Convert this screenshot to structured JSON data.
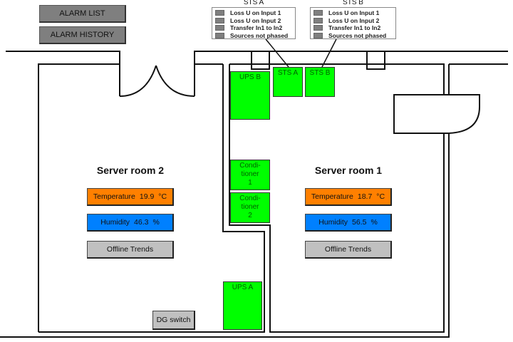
{
  "toolbar": {
    "alarm_list": "ALARM LIST",
    "alarm_history": "ALARM HISTORY"
  },
  "sts_a_panel": {
    "title": "STS A",
    "items": [
      "Loss U on Input 1",
      "Loss U on Input 2",
      "Transfer In1 to In2",
      "Sources not phased"
    ]
  },
  "sts_b_panel": {
    "title": "STS B",
    "items": [
      "Loss U on Input 1",
      "Loss U on Input 2",
      "Transfer In1 to In2",
      "Sources not phased"
    ]
  },
  "equipment": {
    "ups_b": "UPS B",
    "sts_a": "STS A",
    "sts_b": "STS B",
    "cond1": [
      "Condi-",
      "tioner",
      "1"
    ],
    "cond2": [
      "Condi-",
      "tioner",
      "2"
    ],
    "ups_a": "UPS A",
    "dg_switch": "DG switch"
  },
  "room2": {
    "title": "Server room 2",
    "temp_label": "Temperature",
    "temp_value": "19.9",
    "temp_unit": "°C",
    "hum_label": "Humidity",
    "hum_value": "46.3",
    "hum_unit": "%",
    "trends": "Offline Trends"
  },
  "room1": {
    "title": "Server room 1",
    "temp_label": "Temperature",
    "temp_value": "18.7",
    "temp_unit": "°C",
    "hum_label": "Humidity",
    "hum_value": "56.5",
    "hum_unit": "%",
    "trends": "Offline Trends"
  },
  "colors": {
    "ok": "#00ff00",
    "temperature": "#ff8000",
    "humidity": "#0080ff",
    "indicator_off": "#7f7f7f"
  }
}
